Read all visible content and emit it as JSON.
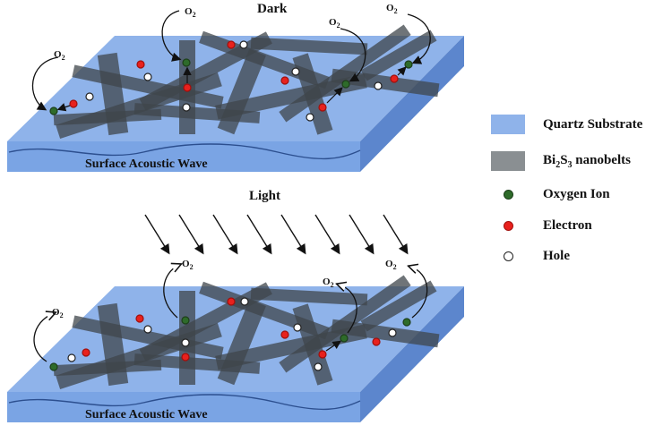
{
  "panels": {
    "top": {
      "title": "Dark",
      "wave_label": "Surface Acoustic Wave"
    },
    "bottom": {
      "title": "Light",
      "wave_label": "Surface Acoustic Wave"
    }
  },
  "gas": {
    "symbol": "O",
    "subscript": "2"
  },
  "legend": [
    {
      "key": "quartz",
      "label": "Quartz Substrate",
      "color": "#8fb3ea"
    },
    {
      "key": "nanobelt",
      "label_parts": [
        "Bi",
        "2",
        "S",
        "3",
        " nanobelts"
      ],
      "color": "#8a8f92"
    },
    {
      "key": "oxygen",
      "label": "Oxygen Ion",
      "color": "#2e6b2a"
    },
    {
      "key": "electron",
      "label": "Electron",
      "color": "#e8211d"
    },
    {
      "key": "hole",
      "label": "Hole",
      "color": "#ffffff"
    }
  ]
}
